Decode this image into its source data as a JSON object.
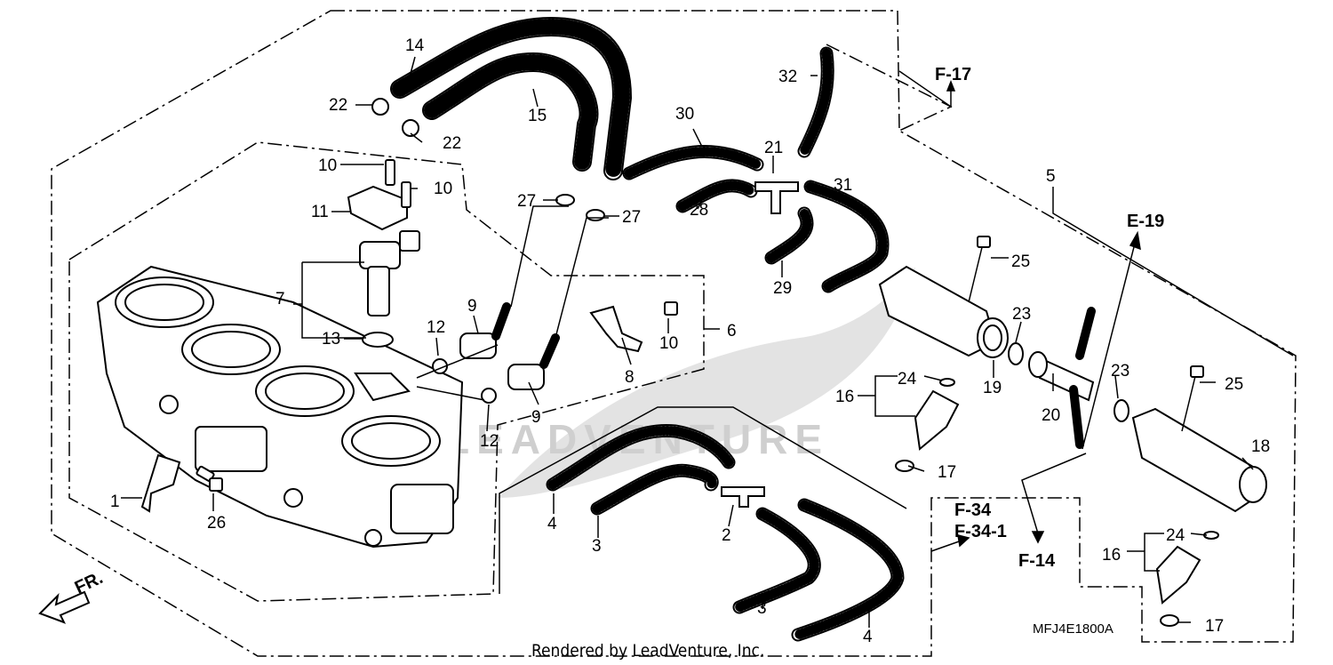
{
  "diagram": {
    "callouts": {
      "c1": "1",
      "c2": "2",
      "c3a": "3",
      "c3b": "3",
      "c4a": "4",
      "c4b": "4",
      "c5": "5",
      "c6": "6",
      "c7": "7",
      "c8": "8",
      "c9a": "9",
      "c9b": "9",
      "c10a": "10",
      "c10b": "10",
      "c10c": "10",
      "c11": "11",
      "c12a": "12",
      "c12b": "12",
      "c13": "13",
      "c14": "14",
      "c15": "15",
      "c16a": "16",
      "c16b": "16",
      "c17a": "17",
      "c17b": "17",
      "c18": "18",
      "c19": "19",
      "c20": "20",
      "c21": "21",
      "c22a": "22",
      "c22b": "22",
      "c23a": "23",
      "c23b": "23",
      "c24a": "24",
      "c24b": "24",
      "c25a": "25",
      "c25b": "25",
      "c26": "26",
      "c27a": "27",
      "c27b": "27",
      "c28": "28",
      "c29": "29",
      "c30": "30",
      "c31": "31",
      "c32": "32"
    },
    "references": {
      "f17": "F-17",
      "e19": "E-19",
      "f34": "F-34",
      "f341": "F-34-1",
      "f14": "F-14"
    },
    "front_label": "FR.",
    "diagram_code": "MFJ4E1800A",
    "footer": "Rendered by LeadVenture, Inc."
  }
}
